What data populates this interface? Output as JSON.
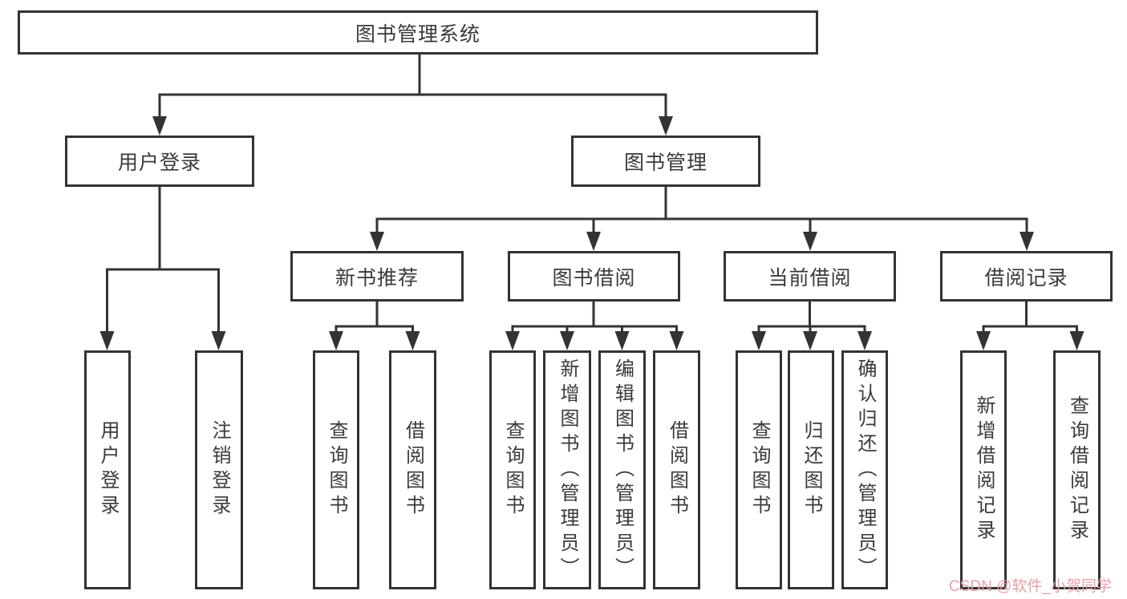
{
  "diagram": {
    "root": {
      "label": "图书管理系统"
    },
    "level2": {
      "user_login": {
        "label": "用户登录"
      },
      "book_mgmt": {
        "label": "图书管理"
      }
    },
    "level3": {
      "new_book_rec": {
        "label": "新书推荐"
      },
      "book_borrow": {
        "label": "图书借阅"
      },
      "current_borrow": {
        "label": "当前借阅"
      },
      "borrow_record": {
        "label": "借阅记录"
      }
    },
    "leaves": {
      "user_login": {
        "label": "用户登录"
      },
      "logout": {
        "label": "注销登录"
      },
      "rec_query_book": {
        "label": "查询图书"
      },
      "rec_borrow_book": {
        "label": "借阅图书"
      },
      "bor_query_book": {
        "label": "查询图书"
      },
      "bor_add_book": {
        "label": "新增图书（管理员）"
      },
      "bor_edit_book": {
        "label": "编辑图书（管理员）"
      },
      "bor_borrow_book": {
        "label": "借阅图书"
      },
      "cur_query_book": {
        "label": "查询图书"
      },
      "cur_return_book": {
        "label": "归还图书"
      },
      "cur_confirm_return": {
        "label": "确认归还（管理员）"
      },
      "log_add_record": {
        "label": "新增借阅记录"
      },
      "log_query_record": {
        "label": "查询借阅记录"
      }
    },
    "watermark": "CSDN @软件_小贺同学",
    "colors": {
      "line": "#333333",
      "text": "#3a3a3a",
      "watermark": "#e89aa2",
      "background": "#ffffff"
    }
  }
}
